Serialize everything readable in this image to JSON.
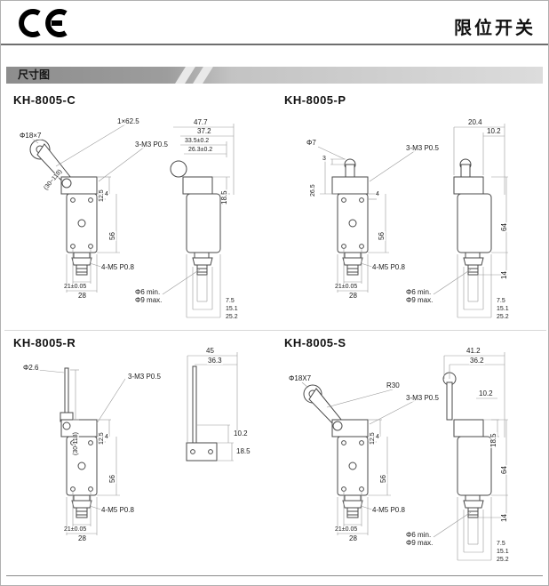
{
  "header": {
    "brand": "CE",
    "title": "限位开关"
  },
  "section": {
    "label": "尺寸图"
  },
  "panels": [
    {
      "model": "KH-8005-C",
      "labels": {
        "head_dia": "Φ18×7",
        "lever_len": "1×62.5",
        "screws": "3-M3 P0.5",
        "range": "(30~118)",
        "gap": "4",
        "head_offset": "12.5",
        "body_h": "56",
        "bottom_thread": "4-M5 P0.8",
        "mount_w": "21±0.05",
        "width": "28",
        "side_w1": "47.7",
        "side_w2": "37.2",
        "side_w3": "33.5±0.2",
        "side_w4": "26.3±0.2",
        "head_h": "18.5",
        "cable_min": "Φ6 min.",
        "cable_max": "Φ9 max.",
        "b1": "7.5",
        "b2": "15.1",
        "b3": "25.2"
      }
    },
    {
      "model": "KH-8005-P",
      "labels": {
        "head_dia": "Φ7",
        "screws": "3-M3 P0.5",
        "plunger": "3",
        "head_total": "26.5",
        "gap": "4",
        "body_h": "56",
        "side_w1": "20.4",
        "side_w2": "10.2",
        "side_body_h": "64",
        "side_bottom": "14",
        "bottom_thread": "4-M5 P0.8",
        "mount_w": "21±0.05",
        "width": "28",
        "cable_min": "Φ6 min.",
        "cable_max": "Φ9 max.",
        "b1": "7.5",
        "b2": "15.1",
        "b3": "25.2"
      }
    },
    {
      "model": "KH-8005-R",
      "labels": {
        "rod_dia": "Φ2.6",
        "screws": "3-M3 P0.5",
        "range": "(30-118)",
        "gap": "4",
        "head_offset": "12.5",
        "body_h": "56",
        "side_w1": "45",
        "side_w2": "36.3",
        "side_h1": "10.2",
        "head_h": "18.5",
        "bottom_thread": "4-M5 P0.8",
        "mount_w": "21±0.05",
        "width": "28"
      }
    },
    {
      "model": "KH-8005-S",
      "labels": {
        "head_dia": "Φ18X7",
        "lever_r": "R30",
        "screws": "3-M3 P0.5",
        "gap": "4",
        "head_offset": "12.5",
        "body_h": "56",
        "side_w1": "41.2",
        "side_w2": "36.2",
        "side_h1": "10.2",
        "head_h": "18.5",
        "side_body_h": "64",
        "side_bottom": "14",
        "bottom_thread": "4-M5 P0.8",
        "mount_w": "21±0.05",
        "width": "28",
        "cable_min": "Φ6 min.",
        "cable_max": "Φ9 max.",
        "b1": "7.5",
        "b2": "15.1",
        "b3": "25.2"
      }
    }
  ]
}
